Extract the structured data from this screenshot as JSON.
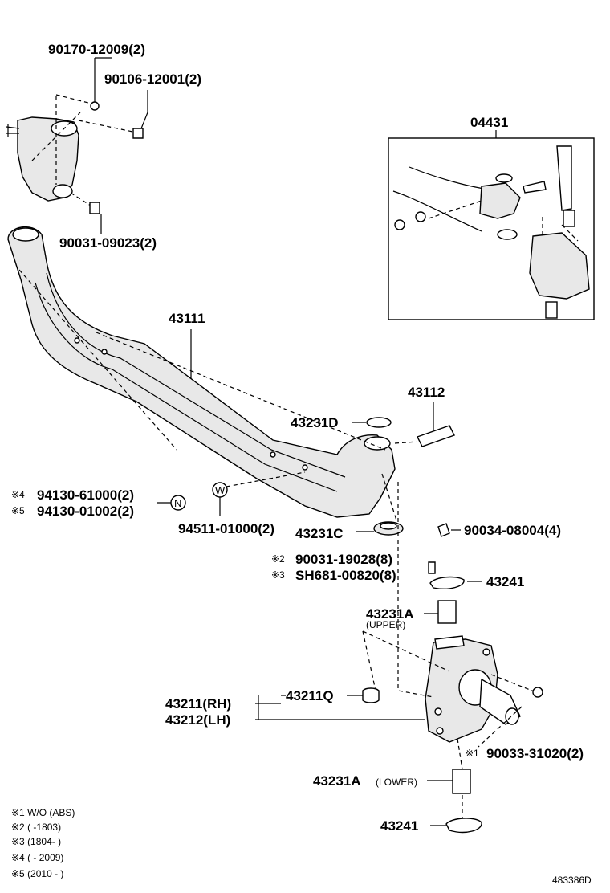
{
  "labels": {
    "p90170": "90170-12009(2)",
    "p90106": "90106-12001(2)",
    "p90031a": "90031-09023(2)",
    "p04431": "04431",
    "p43111": "43111",
    "p43112": "43112",
    "p43231D": "43231D",
    "p94130a_mark": "※4",
    "p94130a": "94130-61000(2)",
    "p94130b_mark": "※5",
    "p94130b": "94130-01002(2)",
    "p94511": "94511-01000(2)",
    "p43231C": "43231C",
    "p90034": "90034-08004(4)",
    "p90031b_mark": "※2",
    "p90031b": "90031-19028(8)",
    "pSH681_mark": "※3",
    "pSH681": "SH681-00820(8)",
    "p43241a": "43241",
    "p43231A_up": "43231A",
    "upper": "(UPPER)",
    "p43211": "43211(RH)",
    "p43212": "43212(LH)",
    "p43211Q": "43211Q",
    "p90033_mark": "※1",
    "p90033": "90033-31020(2)",
    "p43231A_low": "43231A",
    "lower": "(LOWER)",
    "p43241b": "43241",
    "circN": "N",
    "circW": "W"
  },
  "notes": [
    "※1 W/O (ABS)",
    "※2 (      -1803)",
    "※3 (1804-      )",
    "※4 (      - 2009)",
    "※5 (2010 -      )"
  ],
  "ref_code": "483386D"
}
